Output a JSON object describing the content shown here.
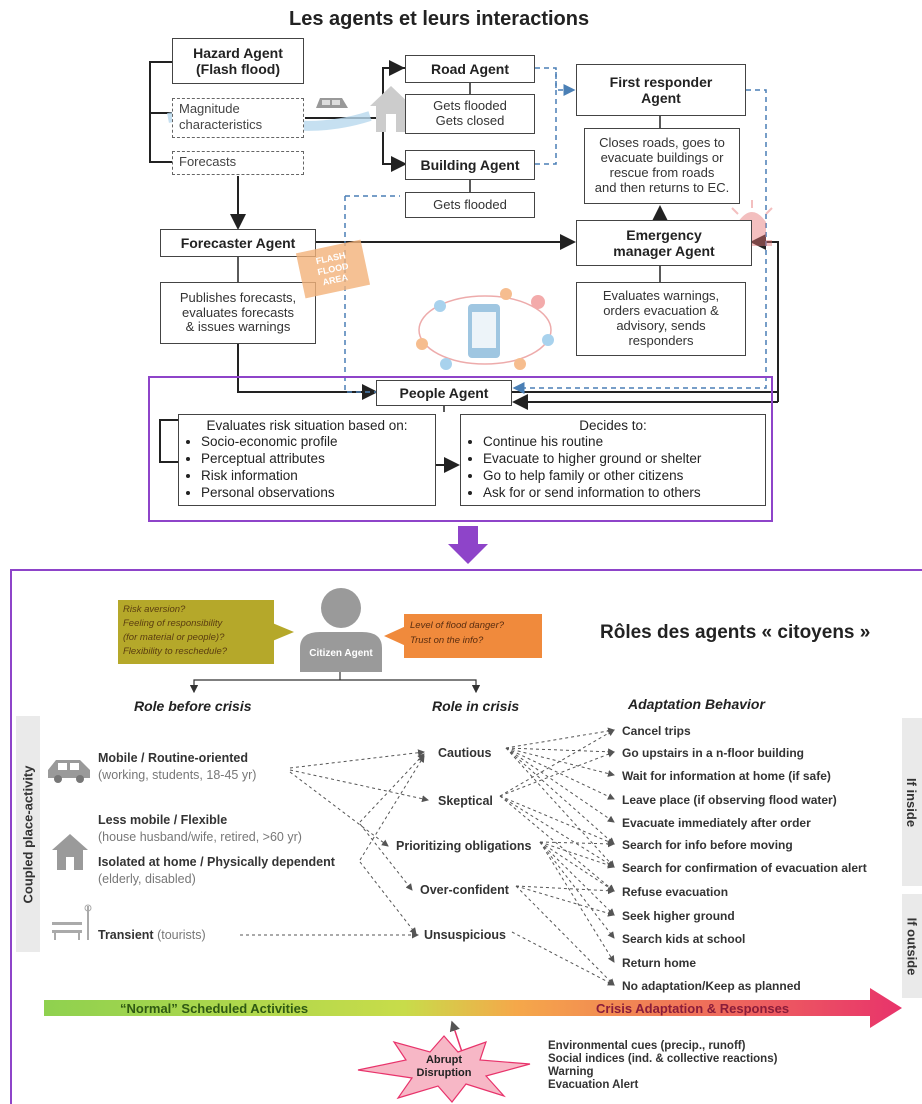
{
  "top": {
    "title": "Les agents et leurs interactions",
    "hazard": {
      "title_l1": "Hazard Agent",
      "title_l2": "(Flash flood)",
      "magnitude_l1": "Magnitude",
      "magnitude_l2": "characteristics",
      "forecasts": "Forecasts"
    },
    "road": {
      "title": "Road Agent",
      "desc_l1": "Gets flooded",
      "desc_l2": "Gets closed"
    },
    "building": {
      "title": "Building Agent",
      "desc": "Gets flooded"
    },
    "first_responder": {
      "title_l1": "First responder",
      "title_l2": "Agent",
      "desc_l1": "Closes roads, goes to",
      "desc_l2": "evacuate buildings or",
      "desc_l3": "rescue from roads",
      "desc_l4": "and then returns to EC."
    },
    "forecaster": {
      "title": "Forecaster Agent",
      "desc_l1": "Publishes forecasts,",
      "desc_l2": "evaluates forecasts",
      "desc_l3": "& issues warnings"
    },
    "emergency": {
      "title_l1": "Emergency",
      "title_l2": "manager Agent",
      "desc_l1": "Evaluates warnings,",
      "desc_l2": "orders evacuation &",
      "desc_l3": "advisory, sends",
      "desc_l4": "responders"
    },
    "flood_sign": {
      "l1": "FLASH",
      "l2": "FLOOD",
      "l3": "AREA"
    },
    "people": {
      "title": "People Agent",
      "eval_title": "Evaluates risk situation based on:",
      "eval_items": [
        "Socio-economic profile",
        "Perceptual attributes",
        "Risk information",
        "Personal observations"
      ],
      "decide_title": "Decides to:",
      "decide_items": [
        "Continue his routine",
        "Evacuate to higher ground or shelter",
        "Go to help family or other citizens",
        "Ask for or send information to others"
      ]
    }
  },
  "bottom": {
    "title": "Rôles des agents « citoyens »",
    "citizen_label": "Citizen Agent",
    "bubble_left": [
      "Risk aversion?",
      "Feeling of responsibility",
      "(for material or people)?",
      "Flexibility to reschedule?"
    ],
    "bubble_right": [
      "Level of flood danger?",
      "Trust on the info?"
    ],
    "role_before": "Role before crisis",
    "role_in": "Role in crisis",
    "adaptation_header": "Adaptation Behavior",
    "coupled_label": "Coupled place-activity",
    "if_inside": "If inside",
    "if_outside": "If outside",
    "categories": [
      {
        "bold": "Mobile / Routine-oriented",
        "sub": "(working, students, 18-45 yr)"
      },
      {
        "bold": "Less mobile / Flexible",
        "sub": "(house husband/wife, retired, >60 yr)"
      },
      {
        "bold": "Isolated at home / Physically dependent",
        "sub": "(elderly, disabled)"
      },
      {
        "bold": "Transient",
        "sub": "(tourists)"
      }
    ],
    "roles": [
      "Cautious",
      "Skeptical",
      "Prioritizing obligations",
      "Over-confident",
      "Unsuspicious"
    ],
    "adaptations": [
      "Cancel trips",
      "Go upstairs in a n-floor building",
      "Wait for information at home (if safe)",
      "Leave place (if observing flood water)",
      "Evacuate immediately after order",
      "Search for info before moving",
      "Search for confirmation of evacuation alert",
      "Refuse evacuation",
      "Seek higher ground",
      "Search kids at school",
      "Return home",
      "No adaptation/Keep as planned"
    ],
    "arrow_left": "“Normal” Scheduled  Activities",
    "arrow_right": "Crisis Adaptation & Responses",
    "disruption_l1": "Abrupt",
    "disruption_l2": "Disruption",
    "cues": [
      "Environmental cues (precip., runoff)",
      "Social indices (ind. & collective reactions)",
      "Warning",
      "Evacuation Alert"
    ]
  },
  "colors": {
    "purple": "#8e44c9",
    "blue_dash": "#4a7fb5",
    "green": "#8fd14f",
    "red": "#e8336b",
    "bubble_olive": "#b5a82a",
    "bubble_orange": "#f08a3c"
  },
  "icons": [
    "car-icon",
    "house-icon",
    "bench-icon",
    "person-icon",
    "siren-icon",
    "phone-network-icon",
    "flood-car-icon"
  ]
}
